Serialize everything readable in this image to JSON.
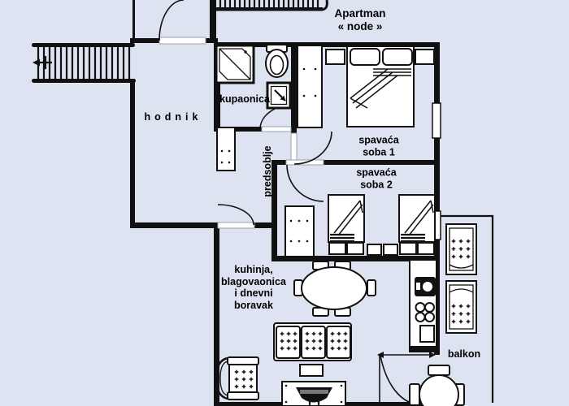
{
  "title": {
    "text": "Apartman\n« node »"
  },
  "rooms": {
    "hallway": {
      "label": "hodnik"
    },
    "bathroom": {
      "label": "kupaonica"
    },
    "entrance_hall": {
      "label": "predsoblje"
    },
    "bedroom_1": {
      "label": "spavaća\nsoba 1"
    },
    "bedroom_2": {
      "label": "spavaća\nsoba 2"
    },
    "living_kitchen": {
      "label": "kuhinja,\nblagovaonica\ni dnevni\nboravak"
    },
    "balcony": {
      "label": "balkon"
    }
  },
  "colors": {
    "background": "#dde3f0",
    "wall": "#111111",
    "furniture_fill": "#ffffff"
  }
}
